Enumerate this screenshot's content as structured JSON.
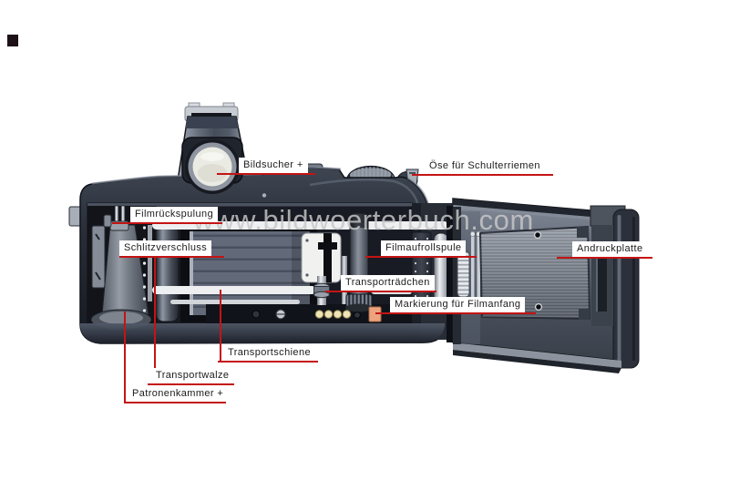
{
  "watermark": {
    "text": "www.bildwoerterbuch.com"
  },
  "colors": {
    "background": "#ffffff",
    "leader_line": "#c41414",
    "label_background": "#ffffff",
    "label_text": "#1b1b1b",
    "watermark_gray": "#c9c9c9",
    "camera_body_dark": "#272c36",
    "viewfinder_lens": "#eaebe2",
    "film_start_mark_orange": "#eda47e",
    "contact_gold": "#efe4b6"
  },
  "diagram": {
    "subject": "camera-back-view-open",
    "labels": [
      {
        "id": "bildsucher",
        "text": "Bildsucher +"
      },
      {
        "id": "oese",
        "text": "Öse für Schulterriemen"
      },
      {
        "id": "filmrueckspulung",
        "text": "Filmrückspulung"
      },
      {
        "id": "schlitzverschluss",
        "text": "Schlitzverschluss"
      },
      {
        "id": "filmaufrollspule",
        "text": "Filmaufrollspule"
      },
      {
        "id": "andruckplatte",
        "text": "Andruckplatte"
      },
      {
        "id": "transportraedchen",
        "text": "Transporträdchen"
      },
      {
        "id": "markierung",
        "text": "Markierung für Filmanfang"
      },
      {
        "id": "transportschiene",
        "text": "Transportschiene"
      },
      {
        "id": "transportwalze",
        "text": "Transportwalze"
      },
      {
        "id": "patronenkammer",
        "text": "Patronenkammer +"
      }
    ]
  }
}
